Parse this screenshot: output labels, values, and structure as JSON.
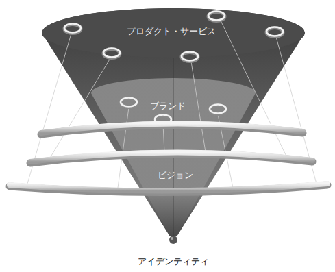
{
  "diagram": {
    "labels": [
      "プロダクト・サービス",
      "ブランド",
      "ビジョン",
      "アイデンティティ"
    ]
  }
}
